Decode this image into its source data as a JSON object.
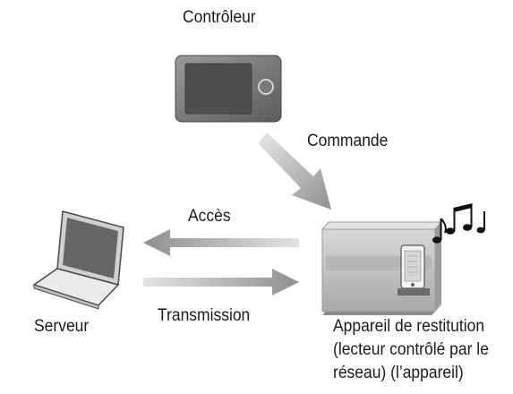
{
  "controller": {
    "label": "Contrôleur"
  },
  "command": {
    "label": "Commande"
  },
  "access": {
    "label": "Accès"
  },
  "transmission": {
    "label": "Transmission"
  },
  "server": {
    "label": "Serveur"
  },
  "device": {
    "label_lines": [
      "Appareil de restitution",
      "(lecteur contrôlé par le",
      "réseau) (l’appareil)"
    ]
  },
  "colors": {
    "arrow": "#a8a8a8",
    "device_body": "#c4c4c4",
    "laptop_screen": "#6a6a6a",
    "controller_screen": "#5a5a5a"
  },
  "icons": [
    "tablet-controller-icon",
    "laptop-icon",
    "speaker-dock-icon",
    "music-notes-icon"
  ]
}
